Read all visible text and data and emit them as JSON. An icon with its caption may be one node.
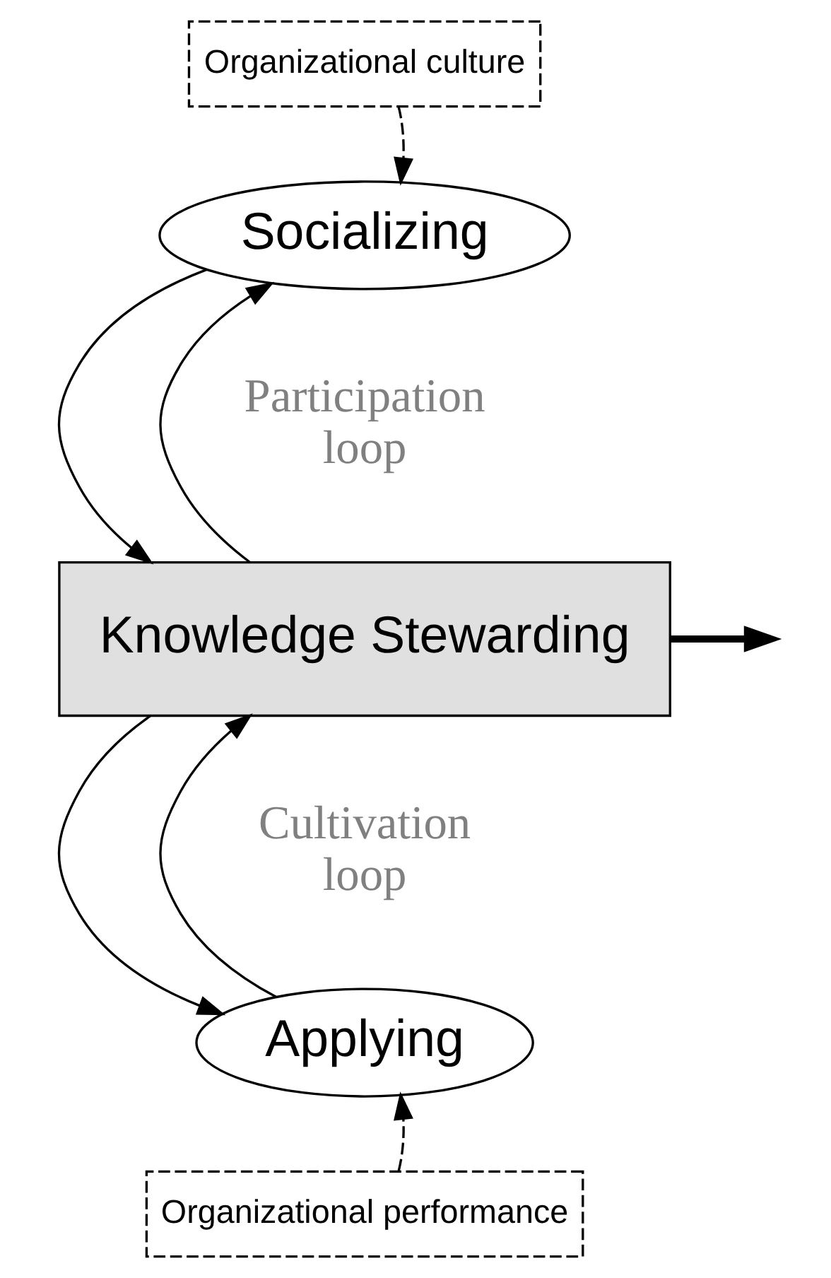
{
  "diagram": {
    "nodes": [
      {
        "text": [
          "Organizational culture"
        ]
      },
      {
        "text": [
          "Socializing"
        ]
      },
      {
        "text": [
          "Knowledge Stewarding"
        ]
      },
      {
        "text": [
          "Applying"
        ]
      },
      {
        "text": [
          "Organizational performance"
        ]
      }
    ],
    "edges": [
      {
        "from": 0,
        "to": 1,
        "arrow": "to",
        "style": "dashed"
      },
      {
        "from": 1,
        "to": 2,
        "arrow": "to"
      },
      {
        "from": 3,
        "to": 2,
        "arrow": "to"
      },
      {
        "from": 2,
        "to": 1,
        "arrow": "to"
      },
      {
        "from": 2,
        "to": 3,
        "arrow": "to"
      },
      {
        "from": 2,
        "to": null,
        "arrow": "to",
        "style": "thick"
      },
      {
        "from": 4,
        "to": 3,
        "arrow": "to",
        "style": "dashed"
      }
    ],
    "labels": [
      "Participation loop",
      "Cultivation loop"
    ]
  }
}
